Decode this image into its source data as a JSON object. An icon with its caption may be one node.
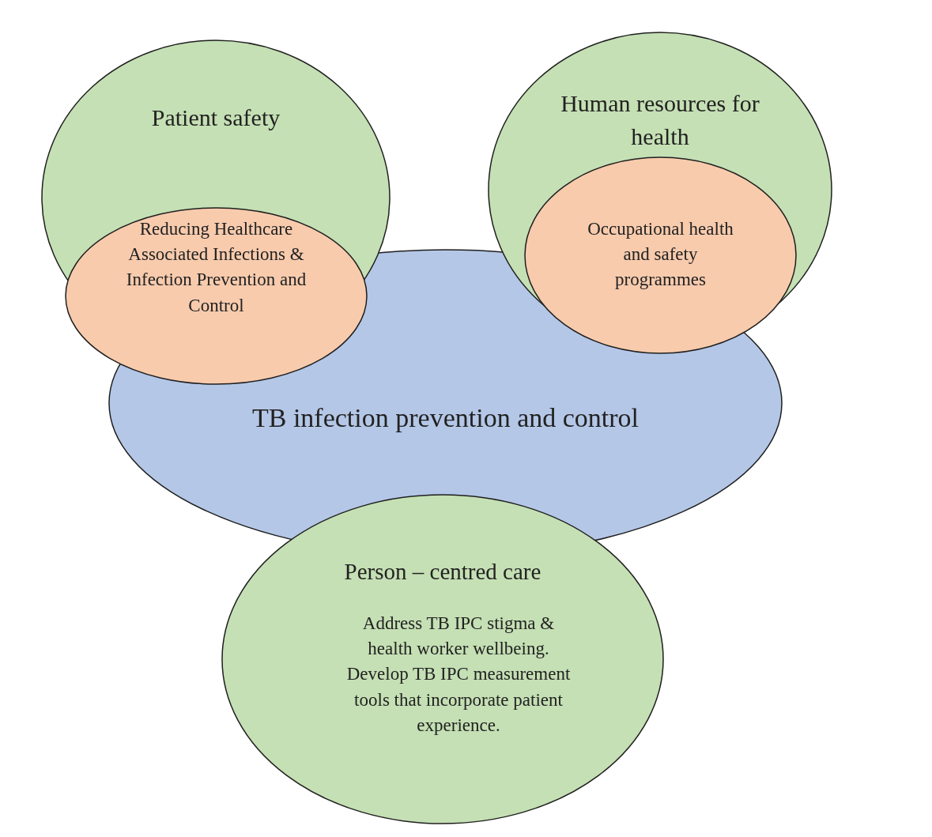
{
  "diagram": {
    "nodes": [
      {
        "text": [
          "Patient safety"
        ]
      },
      {
        "text": [
          "Reducing Healthcare Associated Infections & Infection Prevention and Control"
        ],
        "in": 0
      },
      {
        "text": [
          "Human resources for health"
        ]
      },
      {
        "text": [
          "Occupational health and safety programmes"
        ],
        "in": 2
      },
      {
        "text": [
          "TB infection prevention and control"
        ]
      },
      {
        "text": [
          "Person – centred care",
          "Address TB IPC stigma & health worker wellbeing. Develop TB IPC measurement tools that incorporate patient experience."
        ]
      }
    ],
    "edges": []
  }
}
